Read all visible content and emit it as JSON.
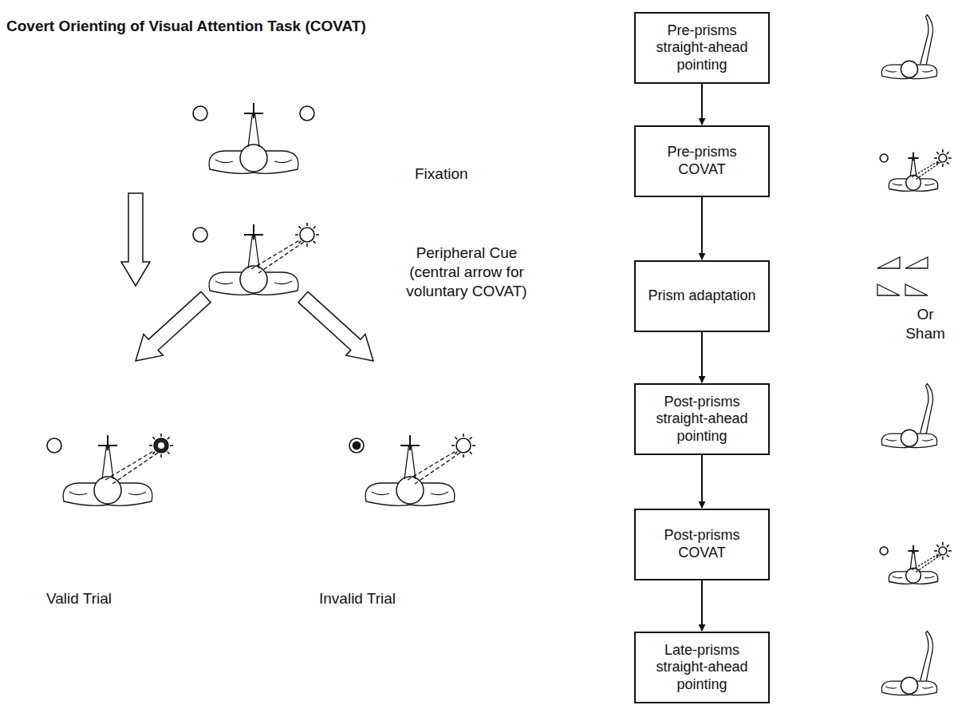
{
  "diagram": {
    "title": "Covert Orienting of Visual Attention Task (COVAT)",
    "nodes": [
      {
        "text": [
          "Pre-prisms straight-ahead pointing"
        ]
      },
      {
        "text": [
          "Pre-prisms COVAT"
        ]
      },
      {
        "text": [
          "Prism adaptation"
        ]
      },
      {
        "text": [
          "Post-prisms straight-ahead pointing"
        ]
      },
      {
        "text": [
          "Post-prisms COVAT"
        ]
      },
      {
        "text": [
          "Late-prisms straight-ahead pointing"
        ]
      }
    ],
    "edges": [
      {
        "from": 0,
        "to": 1,
        "arrow": "to"
      },
      {
        "from": 1,
        "to": 2,
        "arrow": "to"
      },
      {
        "from": 2,
        "to": 3,
        "arrow": "to"
      },
      {
        "from": 3,
        "to": 4,
        "arrow": "to"
      },
      {
        "from": 4,
        "to": 5,
        "arrow": "to"
      }
    ],
    "labels": [
      "Fixation",
      "Peripheral Cue (central arrow for voluntary COVAT)",
      "Valid Trial",
      "Invalid Trial",
      "Or Sham"
    ]
  }
}
